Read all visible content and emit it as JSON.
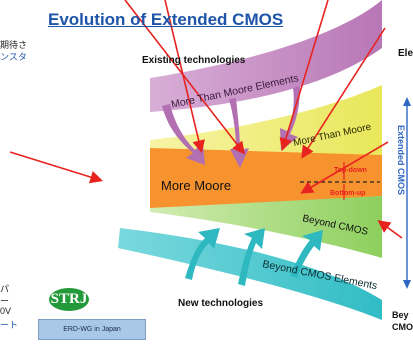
{
  "title": "Evolution of Extended CMOS",
  "labels": {
    "existing": "Existing technologies",
    "new_tech": "New technologies",
    "more_than_moore_elements": "More Than Moore Elements",
    "more_than_moore": "More Than Moore",
    "more_moore": "More Moore",
    "beyond_cmos": "Beyond CMOS",
    "beyond_cmos_elements": "Beyond CMOS Elements",
    "top_down": "Top-down",
    "bottom_up": "Bottom-up",
    "extended_cmos": "Extended CMOS",
    "right_top": "Ele",
    "right_bottom_1": "Bey",
    "right_bottom_2": "CMO"
  },
  "left_fragments": {
    "line1": "期待さ",
    "line2": "ンスタ",
    "b1": "パ",
    "b2": "ー",
    "b3": "0V",
    "b4": "ート"
  },
  "logo": {
    "text": "STRJ",
    "caption": "ERD-WG in Japan"
  },
  "colors": {
    "title": "#1f55a8",
    "purple": "#c287bf",
    "yellow": "#f0ef72",
    "orange": "#f7932f",
    "green": "#9ed36a",
    "cyan": "#3ec3c9",
    "arrow_red": "#e8231f",
    "axis_blue": "#2f66c4"
  }
}
